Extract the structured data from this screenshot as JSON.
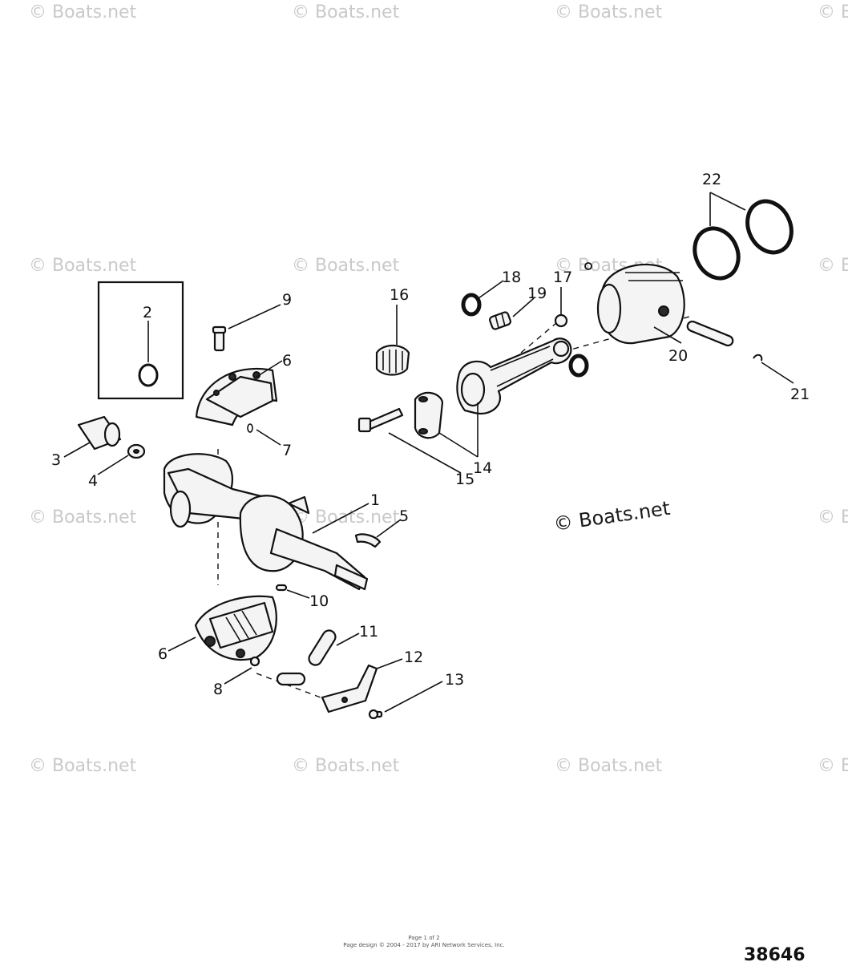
{
  "watermark": "© Boats.net",
  "main_watermark": "© Boats.net",
  "figure_id": "38646",
  "footer_line1": "Page 1 of 2",
  "footer_line2": "Page design © 2004 - 2017 by ARI Network Services, Inc.",
  "callouts": [
    "1",
    "2",
    "3",
    "4",
    "5",
    "6",
    "7",
    "8",
    "9",
    "10",
    "11",
    "12",
    "13",
    "14",
    "15",
    "16",
    "17",
    "18",
    "19",
    "20",
    "21",
    "22"
  ]
}
